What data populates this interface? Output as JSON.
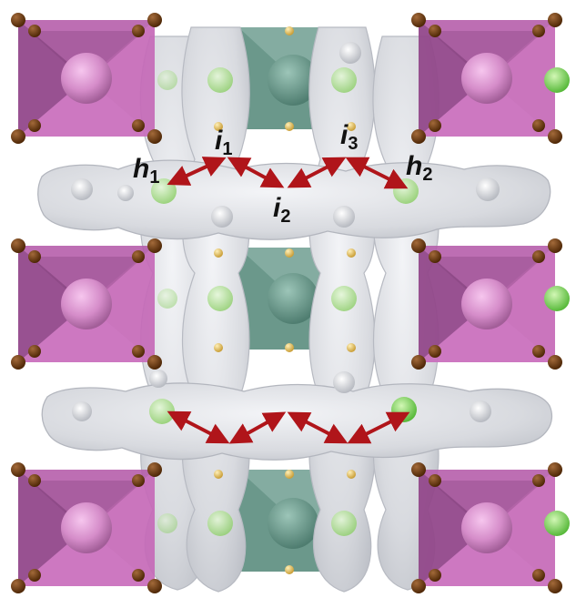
{
  "labels": {
    "h1": {
      "main": "h",
      "sub": "1"
    },
    "i1": {
      "main": "i",
      "sub": "1"
    },
    "i2": {
      "main": "i",
      "sub": "2"
    },
    "i3": {
      "main": "i",
      "sub": "3"
    },
    "h2": {
      "main": "h",
      "sub": "2"
    }
  },
  "colors": {
    "octahedron_face": "#b45aa8",
    "octahedron_light": "#e184d2",
    "octahedron_dark": "#7a3a74",
    "teal_octahedron": "#6f9d90",
    "vertex_atom": "#6b3a14",
    "gold_atom": "#e8c66a",
    "green_atom": "#9fdc7a",
    "isosurface": "#d9dbe0",
    "isosurface_edge": "#b7bac2",
    "arrow": "#b0151a"
  }
}
